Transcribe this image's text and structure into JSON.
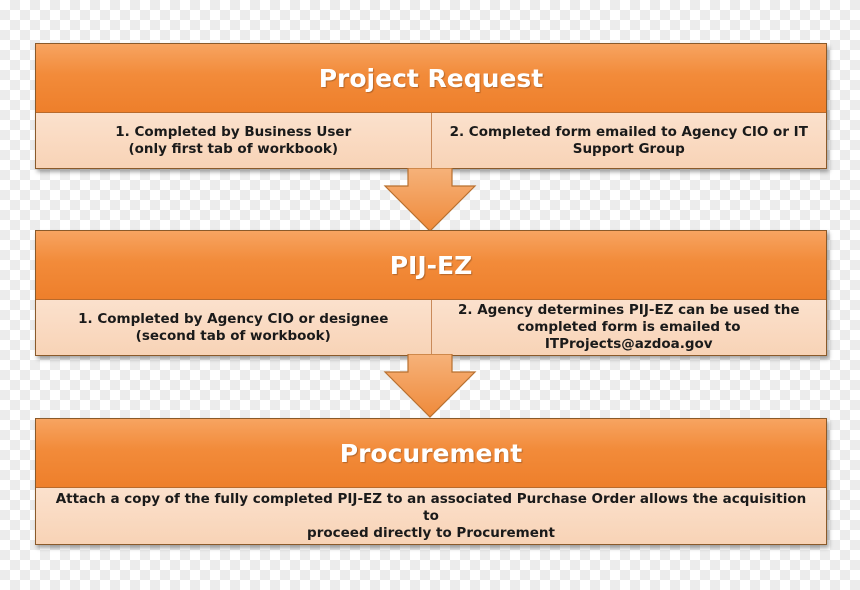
{
  "stages": [
    {
      "title": "Project Request",
      "cells": [
        [
          "1. Completed by Business User",
          "(only first tab of workbook)"
        ],
        [
          "2. Completed form emailed to Agency CIO or IT",
          "Support Group"
        ]
      ]
    },
    {
      "title": "PIJ-EZ",
      "cells": [
        [
          "1. Completed by Agency CIO or designee",
          "(second tab of workbook)"
        ],
        [
          "2. Agency determines PIJ-EZ can be used the",
          "completed form is emailed to ITProjects@azdoa.gov"
        ]
      ]
    },
    {
      "title": "Procurement",
      "cells": [
        [
          "Attach a copy of the fully completed PIJ-EZ to an associated Purchase Order allows the acquisition to",
          "proceed directly to Procurement"
        ]
      ]
    }
  ],
  "colors": {
    "header_orange": "#f28b3a",
    "cell_peach": "#f9d7bd",
    "arrow_orange": "#f39a4e"
  }
}
